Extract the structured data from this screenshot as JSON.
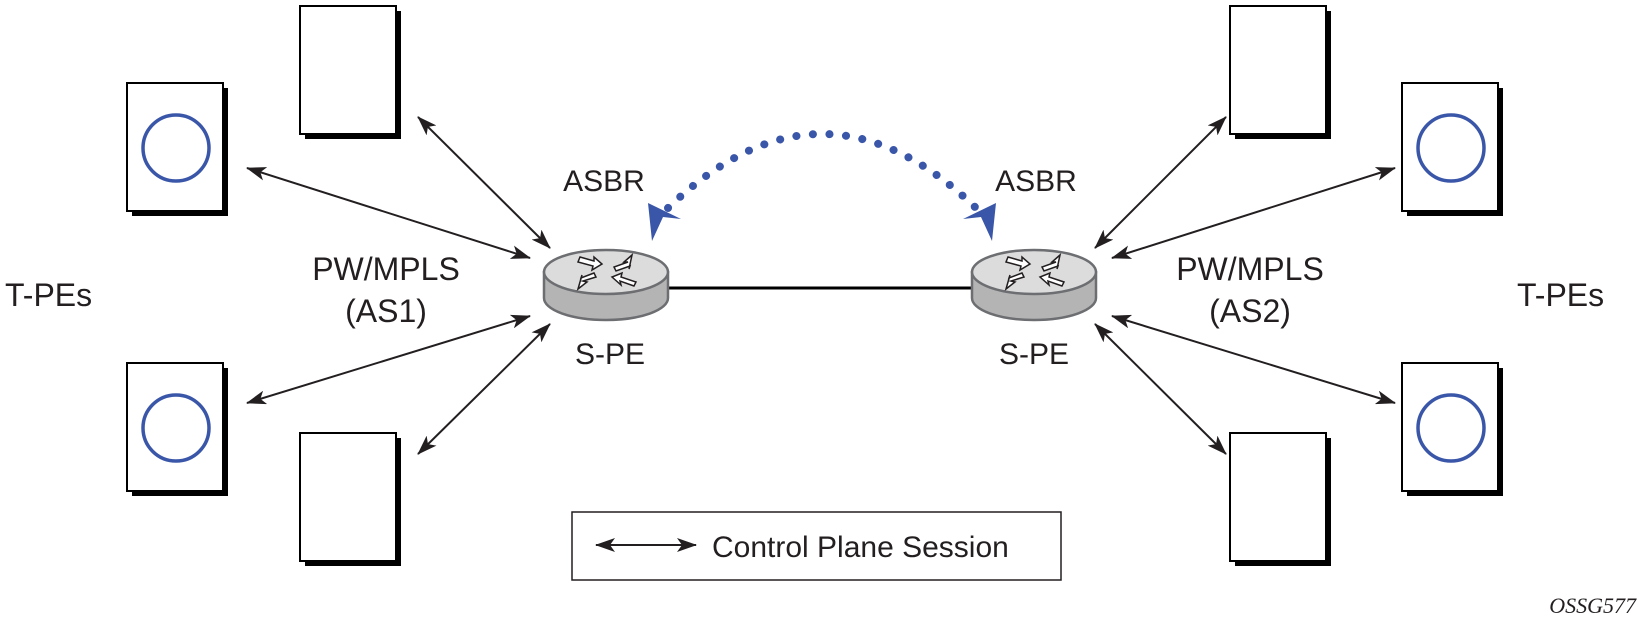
{
  "labels": {
    "tpes_left": "T-PEs",
    "tpes_right": "T-PEs",
    "pw_left_line1": "PW/MPLS",
    "pw_left_line2": "(AS1)",
    "pw_right_line1": "PW/MPLS",
    "pw_right_line2": "(AS2)",
    "asbr_left": "ASBR",
    "asbr_right": "ASBR",
    "spe_left": "S-PE",
    "spe_right": "S-PE"
  },
  "legend": {
    "icon": "double-arrow-icon",
    "text": "Control Plane Session"
  },
  "figure_id": "OSSG577",
  "colors": {
    "accent_blue": "#3a56a8",
    "line": "#231f20",
    "router_top": "#dcdcdc",
    "router_side": "#b4b4b4"
  },
  "nodes": {
    "left_tpes": [
      "t-pe-circle",
      "t-pe-plain",
      "t-pe-circle",
      "t-pe-plain"
    ],
    "right_tpes": [
      "t-pe-plain",
      "t-pe-circle",
      "t-pe-circle",
      "t-pe-plain"
    ]
  }
}
